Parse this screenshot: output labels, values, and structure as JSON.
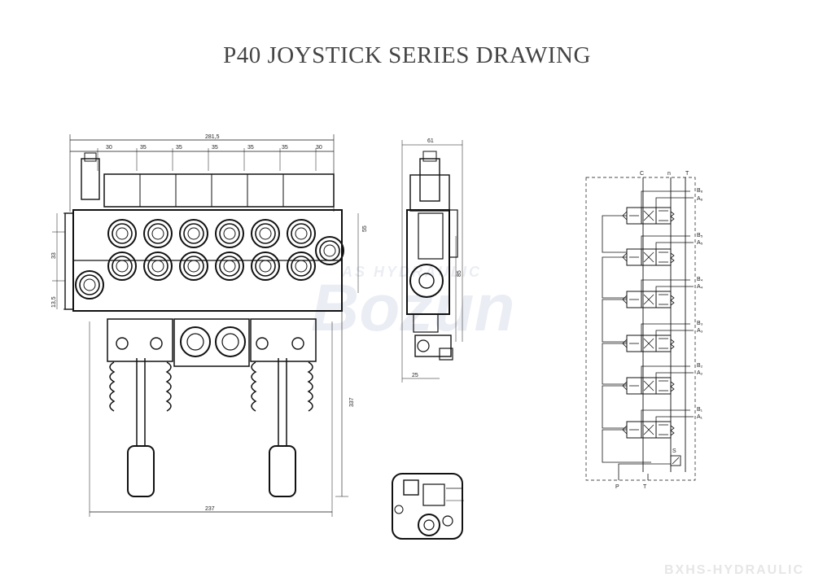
{
  "title": "P40 JOYSTICK SERIES DRAWING",
  "watermark_logo": "Bozun",
  "watermark_logo_sub": "AS HYDRAULIC",
  "footer_watermark": "BXHS-HYDRAULIC",
  "front_view": {
    "overall_width": "281,5",
    "section_widths": [
      "30",
      "35",
      "35",
      "35",
      "35",
      "35",
      "30"
    ],
    "bottom_width": "237",
    "height_dim": "337",
    "left_dims": [
      "33",
      "13,5"
    ],
    "right_dims": [
      "55"
    ]
  },
  "side_view": {
    "top_width": "61",
    "height": "85",
    "bottom": "25"
  },
  "schematic": {
    "ports_top": [
      "C",
      "n",
      "T"
    ],
    "ports_bottom": [
      "P",
      "T"
    ],
    "port_labels": [
      "B₆",
      "A₆",
      "B₅",
      "A₅",
      "B₄",
      "A₄",
      "B₃",
      "A₃",
      "B₂",
      "A₂",
      "B₁",
      "A₁"
    ],
    "relief_label": "S"
  }
}
